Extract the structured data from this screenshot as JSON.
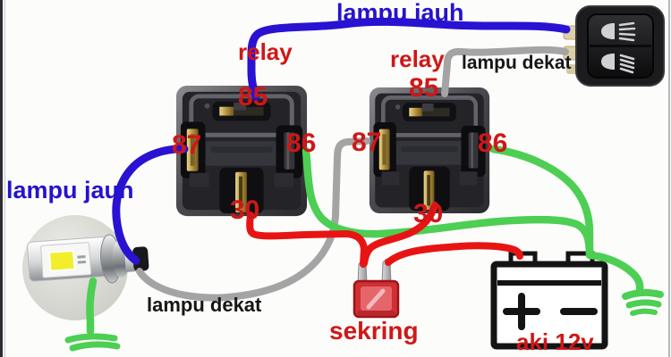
{
  "labels": {
    "lampu_jauh_top": "lampu jauh",
    "lampu_jauh_left": "lampu jauh",
    "relay_1": "relay",
    "relay_2": "relay",
    "lampu_dekat_top": "lampu dekat",
    "lampu_dekat_bottom": "lampu dekat",
    "sekring": "sekring",
    "battery": "aki 12v"
  },
  "relay1_pins": {
    "p85": "85",
    "p87": "87",
    "p86": "86",
    "p30": "30"
  },
  "relay2_pins": {
    "p85": "85",
    "p87": "87",
    "p86": "86",
    "p30": "30"
  },
  "colors": {
    "wire_high_beam_blue": "#2a12d2",
    "wire_low_beam_gray": "#a4a4a4",
    "wire_power_red": "#e81414",
    "wire_ground_green": "#4ccf52",
    "label_red": "#cf1717",
    "label_blue": "#2513cd",
    "label_black": "#161616"
  }
}
